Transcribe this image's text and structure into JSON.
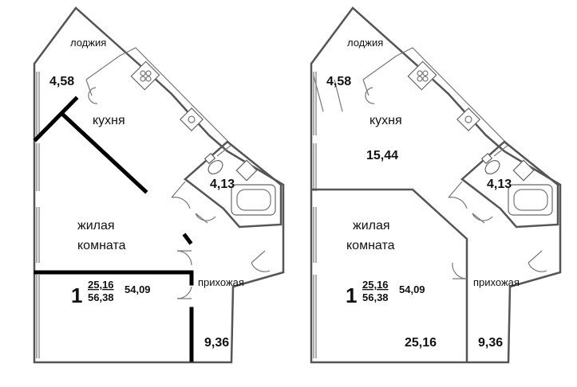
{
  "plans": [
    {
      "loggia": "лоджия",
      "loggia_area": "4,58",
      "kitchen": "кухня",
      "bath_area": "4,13",
      "living_line1": "жилая",
      "living_line2": "комната",
      "hall": "прихожая",
      "hall_area": "9,36",
      "rooms": "1",
      "frac_top": "25,16",
      "frac_bottom": "56,38",
      "total": "54,09"
    },
    {
      "loggia": "лоджия",
      "loggia_area": "4,58",
      "kitchen": "кухня",
      "kitchen_area": "15,44",
      "bath_area": "4,13",
      "living_line1": "жилая",
      "living_line2": "комната",
      "living_area": "25,16",
      "hall": "прихожая",
      "hall_area": "9,36",
      "rooms": "1",
      "frac_top": "25,16",
      "frac_bottom": "56,38",
      "total": "54,09"
    }
  ]
}
